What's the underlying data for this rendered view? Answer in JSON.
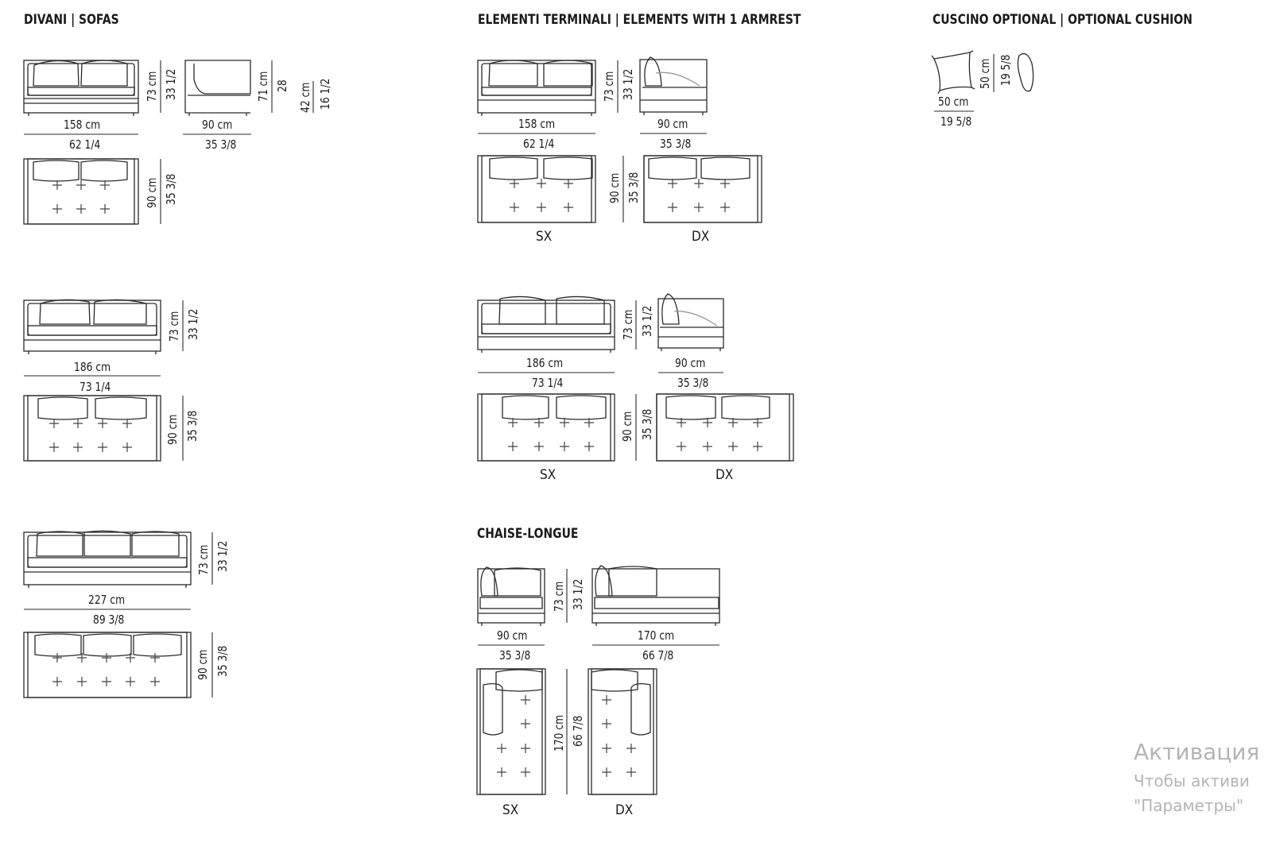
{
  "headings": {
    "sofas": "DIVANI | SOFAS",
    "terminal": "ELEMENTI TERMINALI | ELEMENTS WITH 1 ARMREST",
    "cushion": "CUSCINO OPTIONAL | OPTIONAL CUSHION",
    "chaise": "CHAISE-LONGUE"
  },
  "sofas": {
    "row1": {
      "front_width_cm": "158 cm",
      "front_width_in": "62 1/4",
      "front_height_cm": "73 cm",
      "front_height_in": "33 1/2",
      "side_width_cm": "90 cm",
      "side_width_in": "35 3/8",
      "side_height_cm": "71 cm",
      "side_height_in": "28",
      "seat_height_cm": "42 cm",
      "seat_height_in": "16 1/2",
      "plan_depth_cm": "90 cm",
      "plan_depth_in": "35 3/8"
    },
    "row2": {
      "width_cm": "186 cm",
      "width_in": "73 1/4",
      "height_cm": "73 cm",
      "height_in": "33 1/2",
      "depth_cm": "90 cm",
      "depth_in": "35 3/8"
    },
    "row3": {
      "width_cm": "227 cm",
      "width_in": "89 3/8",
      "height_cm": "73 cm",
      "height_in": "33 1/2",
      "depth_cm": "90 cm",
      "depth_in": "35 3/8"
    }
  },
  "terminal": {
    "row1": {
      "width_cm": "158 cm",
      "width_in": "62 1/4",
      "height_cm": "73 cm",
      "height_in": "33 1/2",
      "side_width_cm": "90 cm",
      "side_width_in": "35 3/8",
      "depth_cm": "90 cm",
      "depth_in": "35 3/8",
      "left_label": "SX",
      "right_label": "DX"
    },
    "row2": {
      "width_cm": "186 cm",
      "width_in": "73 1/4",
      "height_cm": "73 cm",
      "height_in": "33 1/2",
      "side_width_cm": "90 cm",
      "side_width_in": "35 3/8",
      "depth_cm": "90 cm",
      "depth_in": "35 3/8",
      "left_label": "SX",
      "right_label": "DX"
    }
  },
  "chaise": {
    "sx_width_cm": "90 cm",
    "sx_width_in": "35 3/8",
    "height_cm": "73 cm",
    "height_in": "33 1/2",
    "dx_width_cm": "170 cm",
    "dx_width_in": "66 7/8",
    "length_cm": "170 cm",
    "length_in": "66 7/8",
    "left_label": "SX",
    "right_label": "DX"
  },
  "cushion": {
    "width_cm": "50 cm",
    "width_in": "19 5/8",
    "height_cm": "50 cm",
    "height_in": "19 5/8"
  },
  "watermark": {
    "line1": "Активация",
    "line2": "Чтобы активи",
    "line3": "\"Параметры\""
  }
}
